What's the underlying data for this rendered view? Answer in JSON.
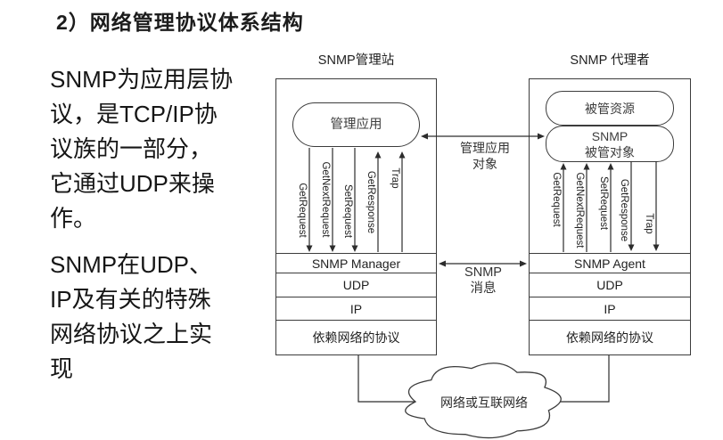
{
  "title": "2）网络管理协议体系结构",
  "intro": {
    "para1": "SNMP为应用层协\n议，是TCP/IP协\n议族的一部分，\n它通过UDP来操\n作。",
    "para2": "SNMP在UDP、\nIP及有关的特殊\n网络协议之上实\n现"
  },
  "diagram": {
    "manager": {
      "header": "SNMP管理站",
      "app_box": "管理应用",
      "stack": [
        "SNMP Manager",
        "UDP",
        "IP",
        "依赖网络的协议"
      ],
      "arrows_down": [
        "GetRequest",
        "GetNextRequest",
        "SetRequest"
      ],
      "arrows_up": [
        "GetResponse",
        "Trap"
      ]
    },
    "agent": {
      "header": "SNMP 代理者",
      "resources_box": "被管资源",
      "managed_objects_box": "SNMP\n被管对象",
      "stack": [
        "SNMP Agent",
        "UDP",
        "IP",
        "依赖网络的协议"
      ],
      "arrows_up": [
        "GetRequest",
        "GetNextRequest",
        "SetRequest"
      ],
      "arrows_down": [
        "GetResponse",
        "Trap"
      ]
    },
    "connections": {
      "app_object_label": "管理应用\n对象",
      "snmp_message_label": "SNMP\n消息"
    },
    "cloud_label": "网络或互联网络"
  },
  "colors": {
    "ink": "#2c2c2c",
    "background": "#ffffff"
  }
}
